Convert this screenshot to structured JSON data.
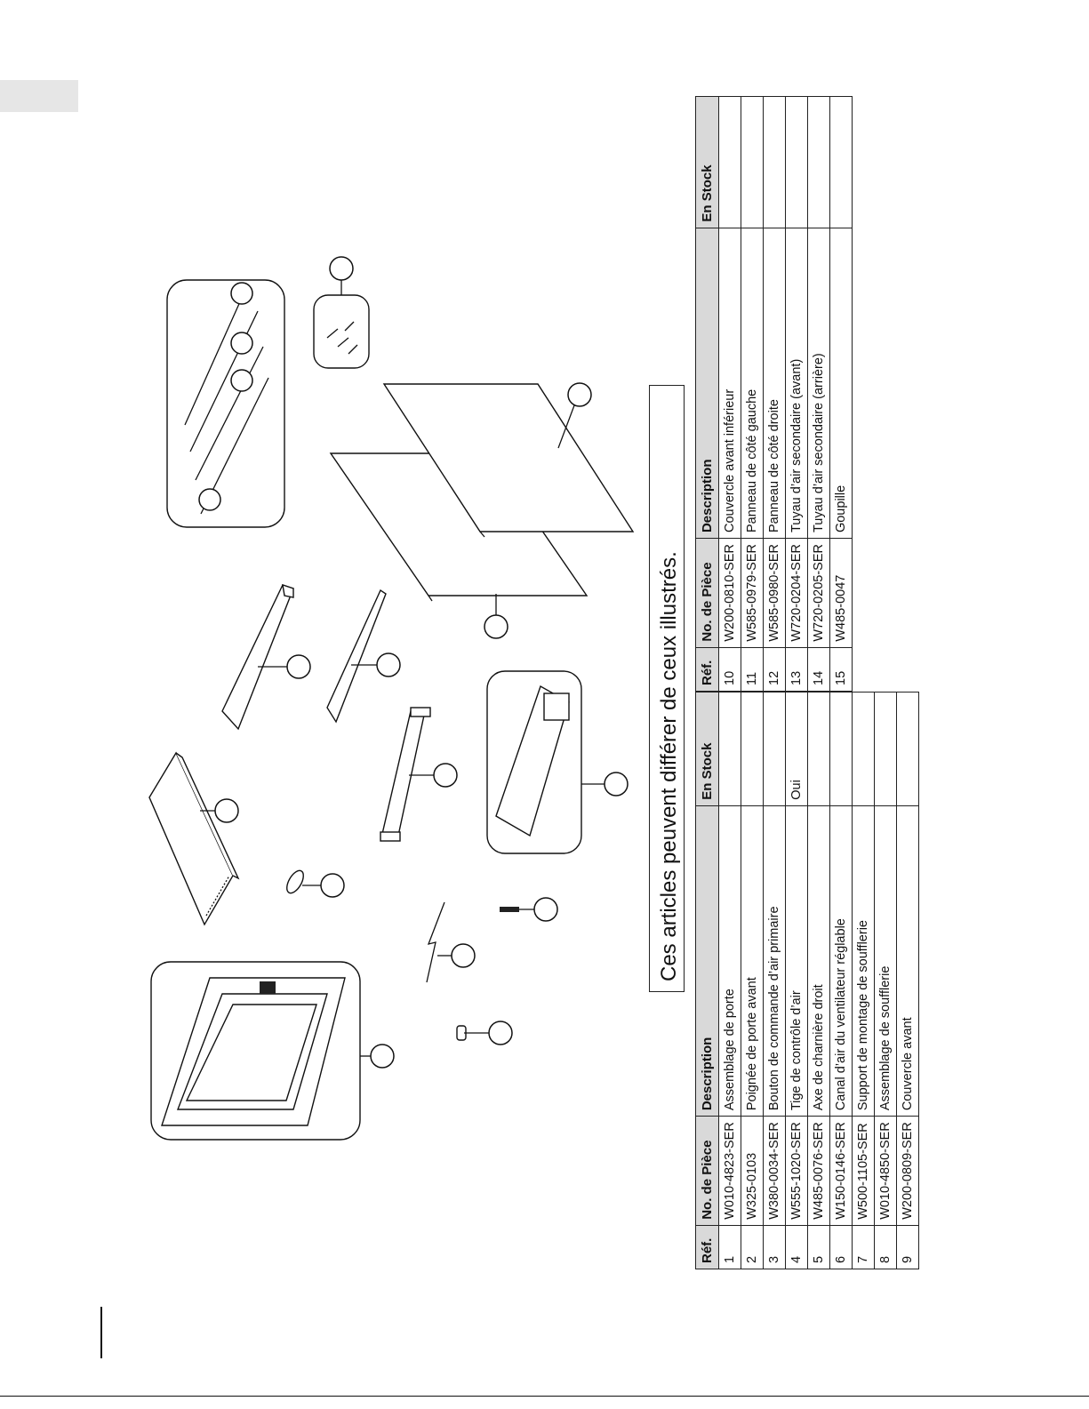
{
  "note": "Ces articles peuvent différer de ceux illustrés.",
  "table_headers": {
    "ref": "Réf.",
    "part_no": "No. de Pièce",
    "description": "Description",
    "stock": "En Stock"
  },
  "table_left": [
    {
      "ref": "1",
      "part_no": "W010-4823-SER",
      "description": "Assemblage de porte",
      "stock": ""
    },
    {
      "ref": "2",
      "part_no": "W325-0103",
      "description": "Poignée de porte avant",
      "stock": ""
    },
    {
      "ref": "3",
      "part_no": "W380-0034-SER",
      "description": "Bouton de commande d’air primaire",
      "stock": ""
    },
    {
      "ref": "4",
      "part_no": "W555-1020-SER",
      "description": "Tige de contrôle d’air",
      "stock": "Oui"
    },
    {
      "ref": "5",
      "part_no": "W485-0076-SER",
      "description": "Axe de charnière droit",
      "stock": ""
    },
    {
      "ref": "6",
      "part_no": "W150-0146-SER",
      "description": "Canal d’air du ventilateur réglable",
      "stock": ""
    },
    {
      "ref": "7",
      "part_no": "W500-1105-SER",
      "description": "Support de montage de soufflerie",
      "stock": ""
    },
    {
      "ref": "8",
      "part_no": "W010-4850-SER",
      "description": "Assemblage de soufflerie",
      "stock": ""
    },
    {
      "ref": "9",
      "part_no": "W200-0809-SER",
      "description": "Couvercle avant",
      "stock": ""
    }
  ],
  "table_right": [
    {
      "ref": "10",
      "part_no": "W200-0810-SER",
      "description": "Couvercle avant inférieur",
      "stock": ""
    },
    {
      "ref": "11",
      "part_no": "W585-0979-SER",
      "description": "Panneau de côté gauche",
      "stock": ""
    },
    {
      "ref": "12",
      "part_no": "W585-0980-SER",
      "description": "Panneau de côté droite",
      "stock": ""
    },
    {
      "ref": "13",
      "part_no": "W720-0204-SER",
      "description": "Tuyau d’air secondaire (avant)",
      "stock": ""
    },
    {
      "ref": "14",
      "part_no": "W720-0205-SER",
      "description": "Tuyau d’air secondaire (arrière)",
      "stock": ""
    },
    {
      "ref": "15",
      "part_no": "W485-0047",
      "description": "Goupille",
      "stock": ""
    }
  ]
}
